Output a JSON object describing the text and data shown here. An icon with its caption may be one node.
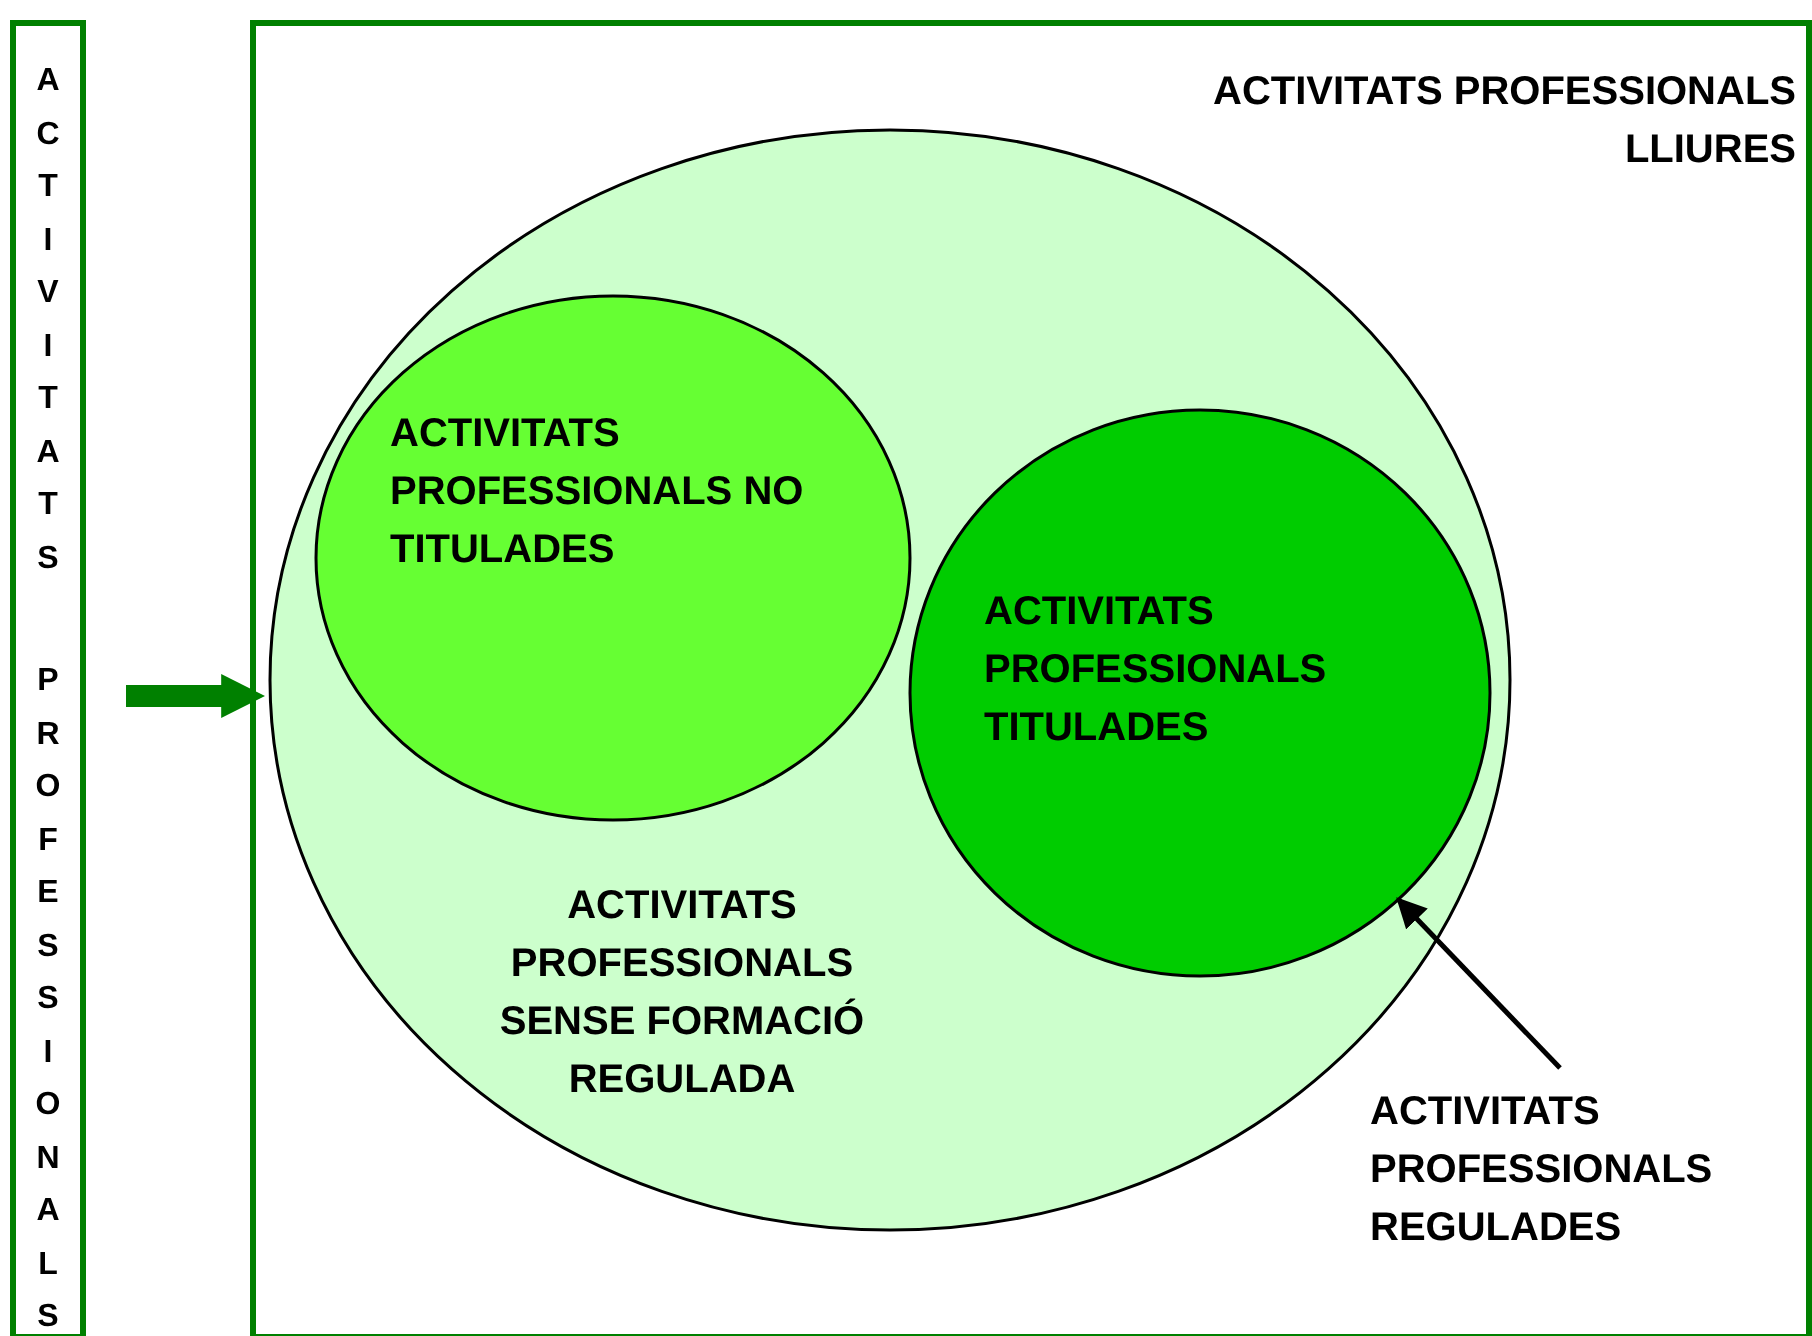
{
  "diagram": {
    "nodes": [
      {
        "text": [
          "ACTIVITATS",
          "PROFESSIONALS"
        ]
      },
      {
        "text": [
          "ACTIVITATS PROFESSIONALS LLIURES"
        ]
      },
      {
        "text": [
          "ACTIVITATS PROFESSIONALS SENSE FORMACIÓ REGULADA"
        ],
        "in": 1
      },
      {
        "text": [
          "ACTIVITATS PROFESSIONALS NO TITULADES"
        ],
        "in": 2
      },
      {
        "text": [
          "ACTIVITATS PROFESSIONALS TITULADES"
        ],
        "in": 2
      },
      {
        "text": [
          "ACTIVITATS PROFESSIONALS REGULADES"
        ],
        "in": 1
      }
    ],
    "edges": [
      {
        "from": 0,
        "to": 1,
        "arrow": "to",
        "style": "thick",
        "color": "#008000"
      },
      {
        "from": 5,
        "to": 4,
        "arrow": "to",
        "color": "#000000"
      }
    ]
  }
}
